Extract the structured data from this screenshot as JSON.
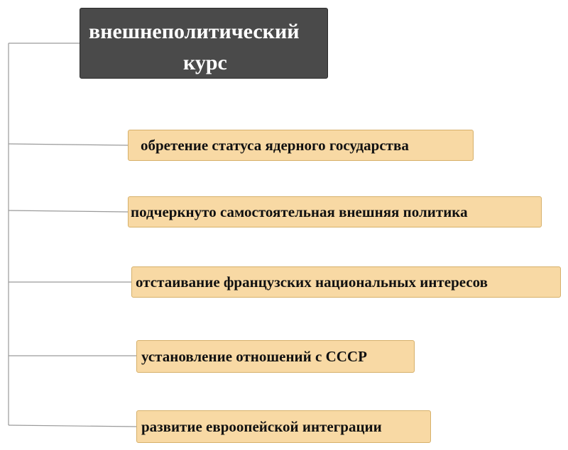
{
  "diagram": {
    "title": {
      "line1": "внешнеполитический",
      "line2": "курс"
    },
    "items": [
      {
        "label": "обретение статуса ядерного государства"
      },
      {
        "label": "подчеркнуто самостоятельная внешняя политика"
      },
      {
        "label": "отстаивание французских национальных интересов"
      },
      {
        "label": "установление отношений с СССР"
      },
      {
        "label": "развитие евроопейской интеграции"
      }
    ],
    "colors": {
      "title_fill": "#4a4a4a",
      "title_text": "#ffffff",
      "item_fill": "#f8d9a4",
      "item_border": "#d6b06a",
      "connector": "#9a9a9a"
    }
  }
}
